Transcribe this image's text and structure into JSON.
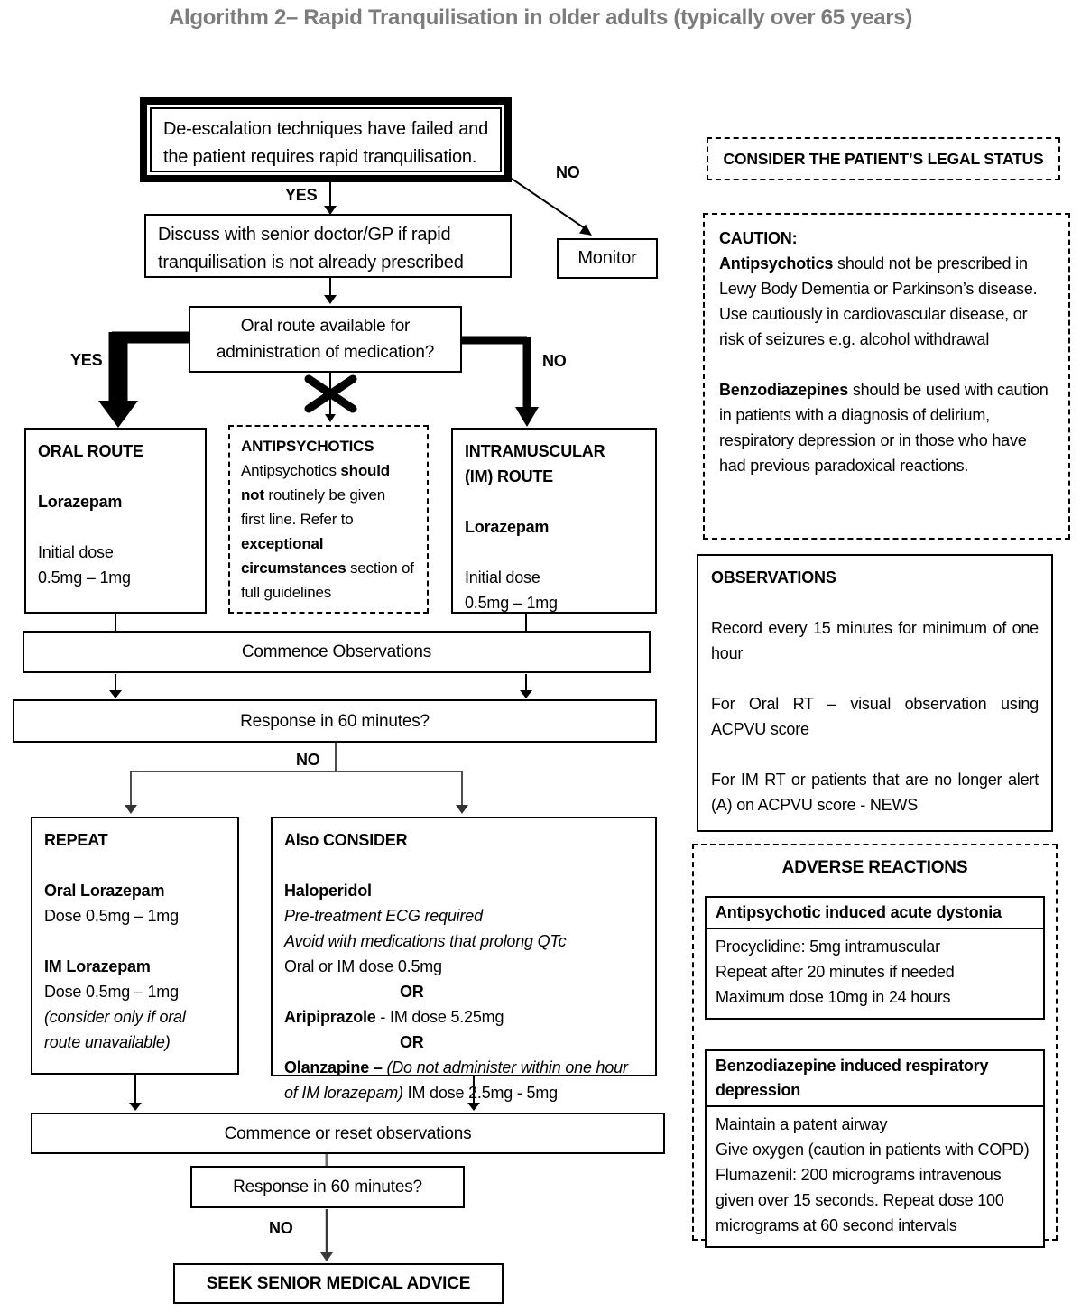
{
  "title": "Algorithm 2– Rapid Tranquilisation in older adults (typically over 65 years)",
  "labels": {
    "yes1": "YES",
    "no1": "NO",
    "yes2": "YES",
    "no2": "NO",
    "no3": "NO",
    "no4": "NO"
  },
  "flow": {
    "deescalation": "De-escalation techniques have failed and the patient requires rapid tranquilisation.",
    "discuss": "Discuss with senior doctor/GP if rapid tranquilisation is not already prescribed",
    "monitor": "Monitor",
    "oral_question": "Oral route available for administration of medication?",
    "oral_route": [
      {
        "s": [
          {
            "t": "ORAL ROUTE",
            "b": true
          }
        ]
      },
      {
        "s": []
      },
      {
        "s": [
          {
            "t": "Lorazepam",
            "b": true
          }
        ]
      },
      {
        "s": []
      },
      {
        "s": [
          {
            "t": "Initial dose"
          }
        ]
      },
      {
        "s": [
          {
            "t": "0.5mg – 1mg"
          }
        ]
      }
    ],
    "antipsychotics": [
      {
        "s": [
          {
            "t": "ANTIPSYCHOTICS",
            "b": true
          }
        ]
      },
      {
        "s": [
          {
            "t": "Antipsychotics "
          },
          {
            "t": "should",
            "b": true
          }
        ]
      },
      {
        "s": [
          {
            "t": "not",
            "b": true
          },
          {
            "t": " routinely be given"
          }
        ]
      },
      {
        "s": [
          {
            "t": "first line. Refer to"
          }
        ]
      },
      {
        "s": [
          {
            "t": "exceptional",
            "b": true
          }
        ]
      },
      {
        "s": [
          {
            "t": "circumstances",
            "b": true
          },
          {
            "t": " section of"
          }
        ]
      },
      {
        "s": [
          {
            "t": "full guidelines"
          }
        ]
      }
    ],
    "im_route": [
      {
        "s": [
          {
            "t": "INTRAMUSCULAR",
            "b": true
          }
        ]
      },
      {
        "s": [
          {
            "t": "(IM) ROUTE",
            "b": true
          }
        ]
      },
      {
        "s": []
      },
      {
        "s": [
          {
            "t": "Lorazepam",
            "b": true
          }
        ]
      },
      {
        "s": []
      },
      {
        "s": [
          {
            "t": "Initial dose"
          }
        ]
      },
      {
        "s": [
          {
            "t": "0.5mg – 1mg"
          }
        ]
      }
    ],
    "commence1": "Commence Observations",
    "response1": "Response in 60 minutes?",
    "repeat": [
      {
        "s": [
          {
            "t": "REPEAT",
            "b": true
          }
        ]
      },
      {
        "s": []
      },
      {
        "s": [
          {
            "t": "Oral Lorazepam",
            "b": true
          }
        ]
      },
      {
        "s": [
          {
            "t": "Dose 0.5mg – 1mg"
          }
        ]
      },
      {
        "s": []
      },
      {
        "s": [
          {
            "t": "IM Lorazepam",
            "b": true
          }
        ]
      },
      {
        "s": [
          {
            "t": "Dose 0.5mg – 1mg"
          }
        ]
      },
      {
        "s": [
          {
            "t": "(consider only if oral",
            "i": true
          }
        ]
      },
      {
        "s": [
          {
            "t": "route unavailable)",
            "i": true
          }
        ]
      }
    ],
    "consider": [
      {
        "s": [
          {
            "t": "Also CONSIDER",
            "b": true
          }
        ]
      },
      {
        "s": []
      },
      {
        "s": [
          {
            "t": "Haloperidol",
            "b": true
          }
        ]
      },
      {
        "s": [
          {
            "t": "Pre-treatment ECG required",
            "i": true
          }
        ]
      },
      {
        "s": [
          {
            "t": "Avoid with medications that prolong QTc",
            "i": true
          }
        ]
      },
      {
        "s": [
          {
            "t": "Oral or IM dose 0.5mg"
          }
        ]
      },
      {
        "c": true,
        "s": [
          {
            "t": "OR",
            "b": true
          }
        ]
      },
      {
        "s": [
          {
            "t": "Aripiprazole",
            "b": true
          },
          {
            "t": " - IM dose 5.25mg"
          }
        ]
      },
      {
        "c": true,
        "s": [
          {
            "t": "OR",
            "b": true
          }
        ]
      },
      {
        "s": [
          {
            "t": "Olanzapine – ",
            "b": true
          },
          {
            "t": "(Do not administer within one hour",
            "i": true
          }
        ]
      },
      {
        "s": [
          {
            "t": "of IM lorazepam)",
            "i": true
          },
          {
            "t": " IM dose 2.5mg - 5mg"
          }
        ]
      }
    ],
    "commence2": "Commence or reset observations",
    "response2": "Response in 60 minutes?",
    "seek": "SEEK SENIOR MEDICAL ADVICE"
  },
  "sidebar": {
    "legal": "CONSIDER THE PATIENT’S LEGAL STATUS",
    "caution": [
      {
        "s": [
          {
            "t": "CAUTION:",
            "b": true
          }
        ]
      },
      {
        "s": [
          {
            "t": "Antipsychotics",
            "b": true
          },
          {
            "t": " should not be prescribed in Lewy Body Dementia or Parkinson’s disease.  Use cautiously in cardiovascular disease, or risk of seizures e.g. alcohol withdrawal"
          }
        ]
      },
      {
        "s": []
      },
      {
        "s": [
          {
            "t": "Benzodiazepines",
            "b": true
          },
          {
            "t": " should be used with caution in patients with a diagnosis of delirium, respiratory depression or in those who have had previous paradoxical reactions."
          }
        ]
      }
    ],
    "observations": [
      {
        "s": [
          {
            "t": "OBSERVATIONS",
            "b": true
          }
        ]
      },
      {
        "s": []
      },
      {
        "j": true,
        "s": [
          {
            "t": "Record every 15 minutes for minimum of one hour"
          }
        ]
      },
      {
        "s": []
      },
      {
        "j": true,
        "s": [
          {
            "t": "For Oral RT – visual observation using ACPVU score"
          }
        ]
      },
      {
        "s": []
      },
      {
        "j": true,
        "s": [
          {
            "t": "For IM RT or patients that are no longer alert (A) on ACPVU score - NEWS"
          }
        ]
      }
    ],
    "adverse": {
      "title": "ADVERSE REACTIONS",
      "dystonia_header": "Antipsychotic induced acute dystonia",
      "dystonia_body": [
        {
          "s": [
            {
              "t": "Procyclidine: 5mg intramuscular"
            }
          ]
        },
        {
          "s": [
            {
              "t": "Repeat after 20 minutes if needed"
            }
          ]
        },
        {
          "s": [
            {
              "t": "Maximum dose 10mg in 24 hours"
            }
          ]
        }
      ],
      "resp_header": "Benzodiazepine induced respiratory depression",
      "resp_body": [
        {
          "s": [
            {
              "t": "Maintain a patent airway"
            }
          ]
        },
        {
          "s": [
            {
              "t": "Give oxygen (caution in patients with COPD)"
            }
          ]
        },
        {
          "s": [
            {
              "t": "Flumazenil: 200 micrograms intravenous given over 15 seconds. Repeat dose 100 micrograms at 60 second intervals"
            }
          ]
        }
      ]
    }
  },
  "colors": {
    "ink": "#000000",
    "gray_line": "#4d4d4d",
    "title_gray": "#7c7c7c"
  }
}
